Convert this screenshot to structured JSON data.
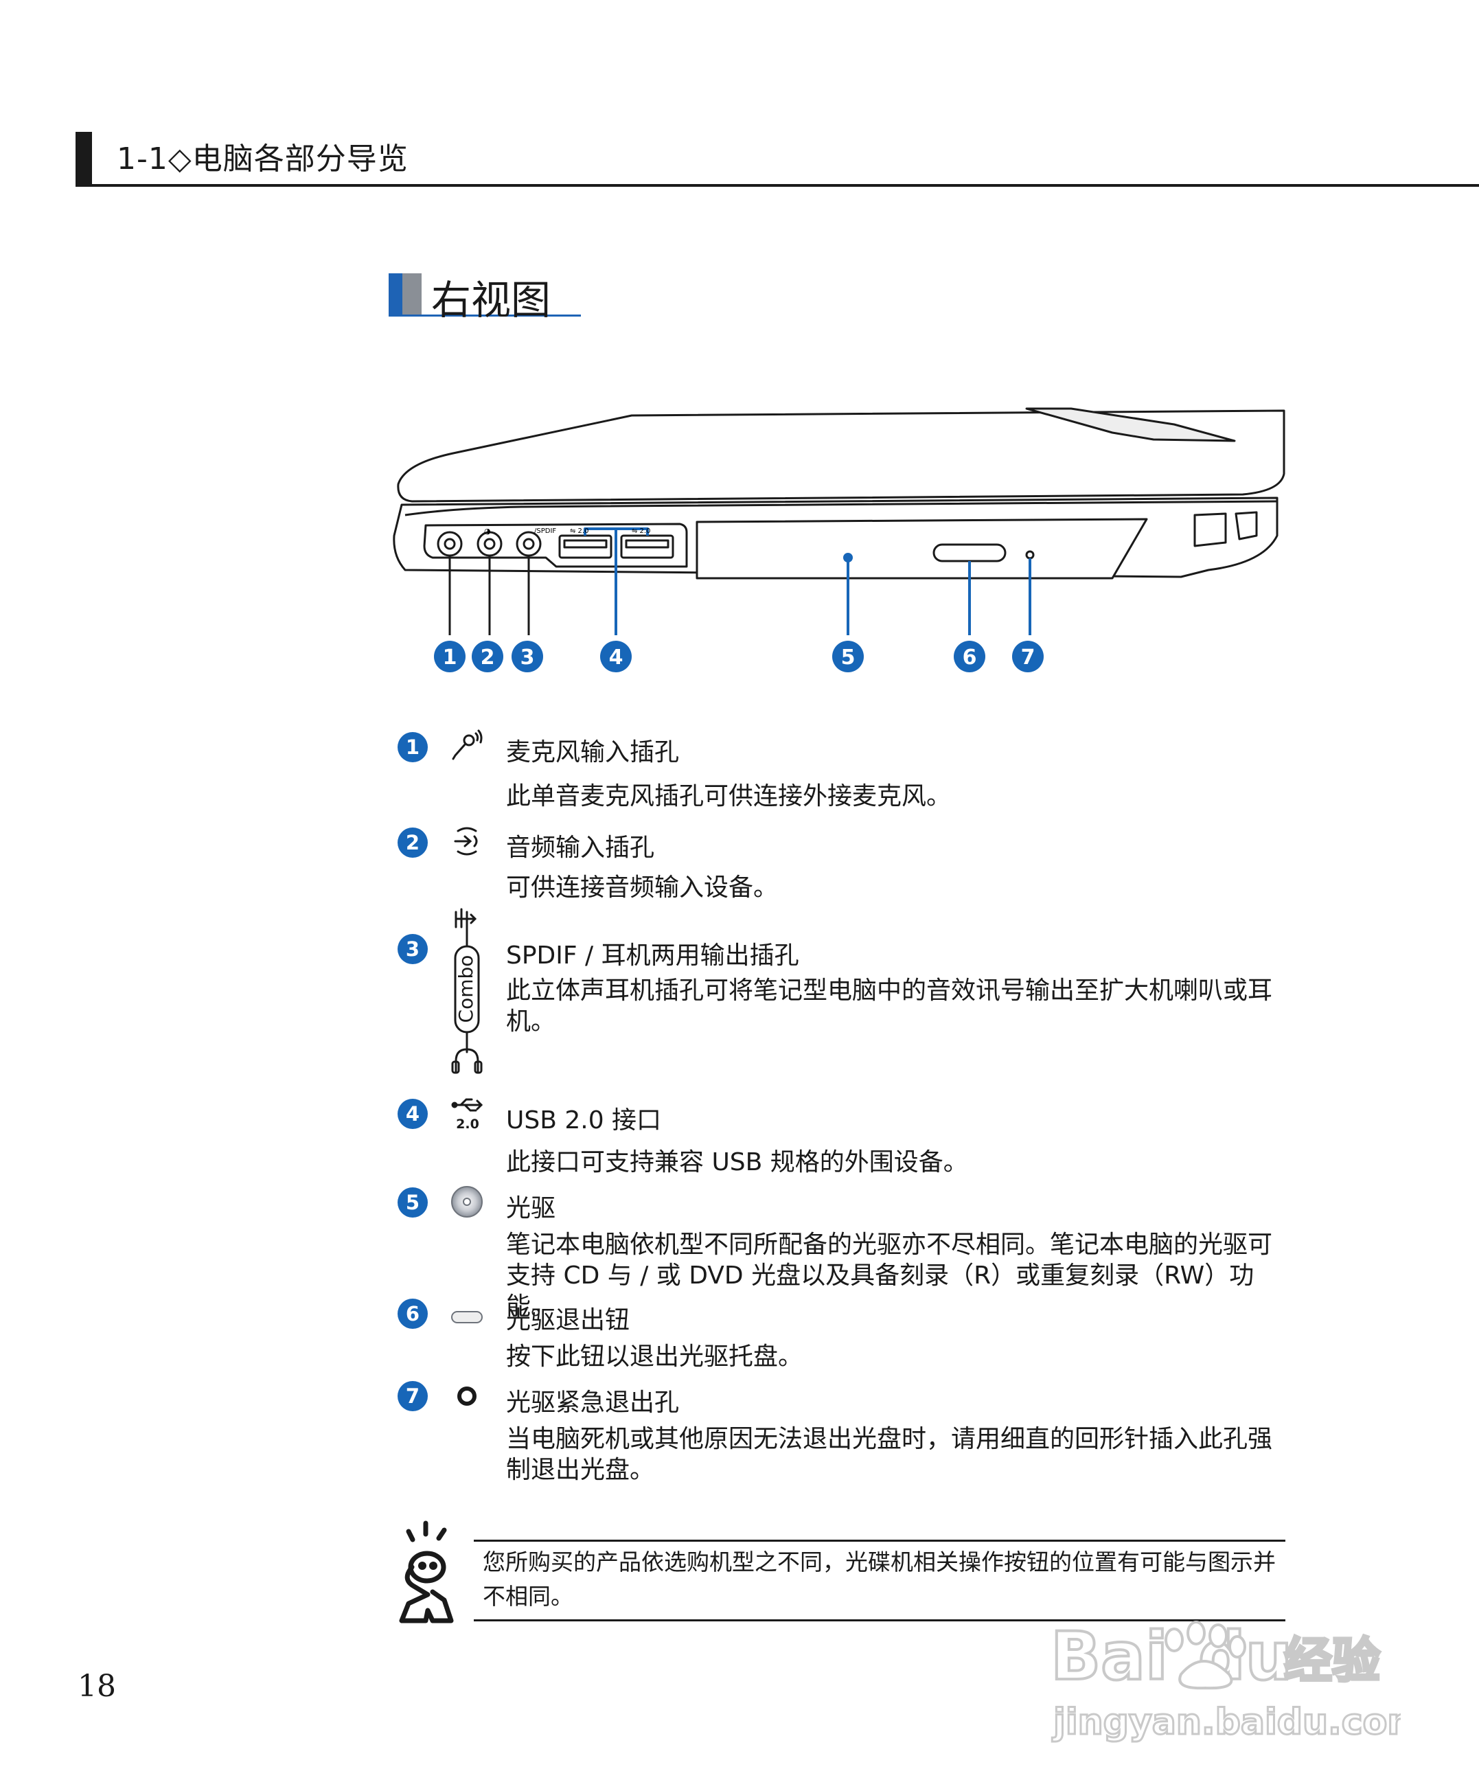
{
  "header": {
    "title": "1-1◇电脑各部分导览"
  },
  "section": {
    "title": "右视图"
  },
  "diagram": {
    "callouts": [
      "1",
      "2",
      "3",
      "4",
      "5",
      "6",
      "7"
    ]
  },
  "items": [
    {
      "num": "1",
      "icon": "microphone-icon",
      "title": "麦克风输入插孔",
      "desc": "此单音麦克风插孔可供连接外接麦克风。"
    },
    {
      "num": "2",
      "icon": "audio-in-icon",
      "title": "音频输入插孔",
      "desc": "可供连接音频输入设备。"
    },
    {
      "num": "3",
      "icon": "spdif-headphone-combo-icon",
      "icon_label": "Combo",
      "title": "SPDIF / 耳机两用输出插孔",
      "desc": "此立体声耳机插孔可将笔记型电脑中的音效讯号输出至扩大机喇叭或耳机。"
    },
    {
      "num": "4",
      "icon": "usb-icon",
      "icon_label": "2.0",
      "title": "USB 2.0 接口",
      "desc": "此接口可支持兼容 USB 规格的外围设备。"
    },
    {
      "num": "5",
      "icon": "optical-disc-icon",
      "title": "光驱",
      "desc": "笔记本电脑依机型不同所配备的光驱亦不尽相同。笔记本电脑的光驱可支持 CD 与 / 或 DVD 光盘以及具备刻录（R）或重复刻录（RW）功能。"
    },
    {
      "num": "6",
      "icon": "eject-button-icon",
      "title": "光驱退出钮",
      "desc": "按下此钮以退出光驱托盘。"
    },
    {
      "num": "7",
      "icon": "emergency-eject-hole-icon",
      "title": "光驱紧急退出孔",
      "desc": "当电脑死机或其他原因无法退出光盘时，请用细直的回形针插入此孔强制退出光盘。"
    }
  ],
  "note": {
    "text": "您所购买的产品依选购机型之不同，光碟机相关操作按钮的位置有可能与图示并不相同。"
  },
  "page_number": "18",
  "watermark": {
    "brand": "Bai",
    "brand2": "du",
    "cn": "经验",
    "url": "jingyan.baidu.com"
  },
  "colors": {
    "accent": "#1766b8",
    "text": "#1a1a1a",
    "gray_block": "#8a8f96"
  }
}
